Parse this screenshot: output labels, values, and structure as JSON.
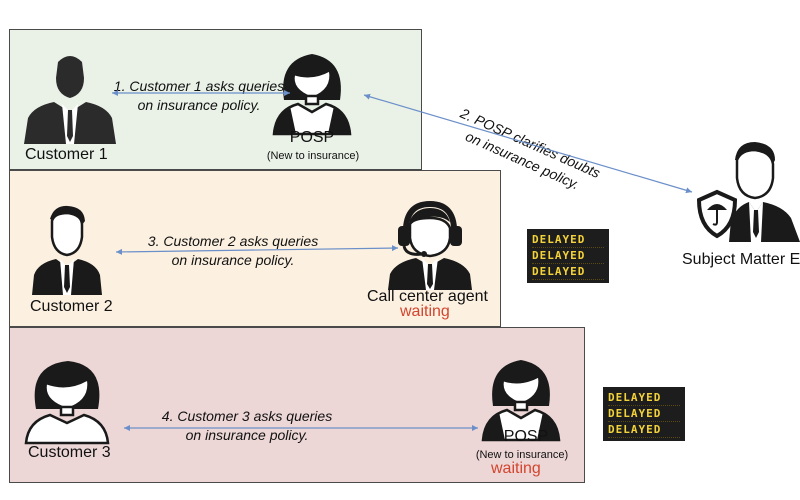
{
  "colors": {
    "panel_green": "#eaf2e8",
    "panel_yellow": "#fcf1e1",
    "panel_pink": "#ecd6d6",
    "waiting": "#d3452f",
    "arrow": "#6b8fc9",
    "delayed_text": "#f3d23a"
  },
  "icons": {
    "customer_1": "businessman-silhouette-icon",
    "posp": "woman-avatar-icon",
    "customer_2": "businessman-avatar-icon",
    "call_center_agent": "headset-agent-icon",
    "customer_3": "woman-avatar-icon",
    "subject_matter_expert": "insurance-expert-shield-icon"
  },
  "row1": {
    "customer_label": "Customer 1",
    "step_line1": "1. Customer 1 asks queries",
    "step_line2": "on insurance policy.",
    "posp_label": "POSP",
    "posp_sublabel": "(New to insurance)"
  },
  "row2": {
    "customer_label": "Customer 2",
    "step_line1": "3. Customer 2 asks queries",
    "step_line2": "on insurance policy.",
    "agent_label": "Call center agent",
    "agent_status": "waiting"
  },
  "row3": {
    "customer_label": "Customer 3",
    "step_line1": "4. Customer 3 asks queries",
    "step_line2": "on insurance policy.",
    "posp_label": "POSP",
    "posp_sublabel": "(New to insurance)",
    "posp_status": "waiting"
  },
  "expert": {
    "step_line1": "2. POSP clarifies doubts",
    "step_line2": "on insurance policy.",
    "label": "Subject Matter E"
  },
  "delayed_board_1": [
    "DELAYED",
    "DELAYED",
    "DELAYED"
  ],
  "delayed_board_2": [
    "DELAYED",
    "DELAYED",
    "DELAYED"
  ]
}
